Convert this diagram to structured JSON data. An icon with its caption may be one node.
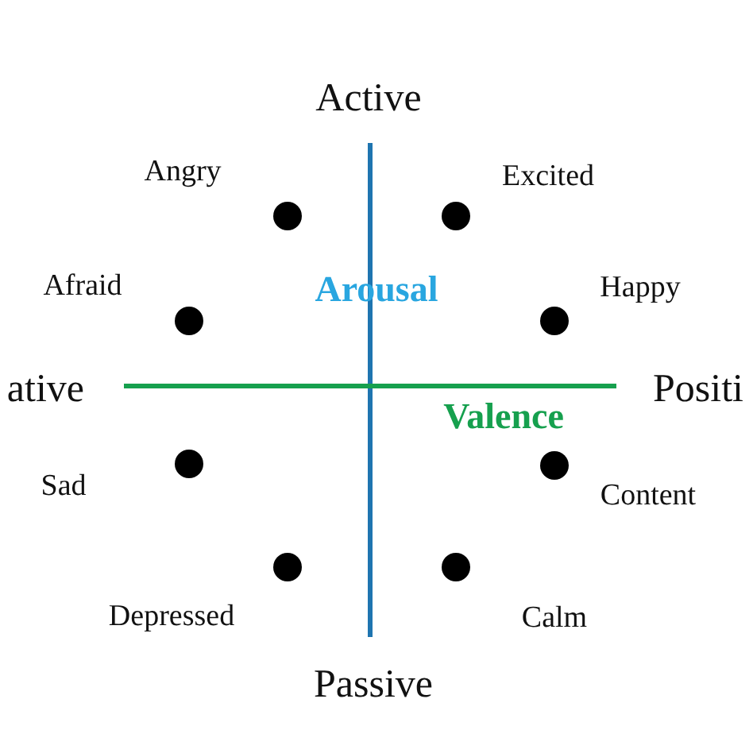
{
  "diagram": {
    "labels": [
      "Active",
      "Angry",
      "Excited",
      "Afraid",
      "Arousal",
      "Happy",
      "ative",
      "Positi",
      "Valence",
      "Sad",
      "Content",
      "Depressed",
      "Calm",
      "Passive"
    ]
  }
}
